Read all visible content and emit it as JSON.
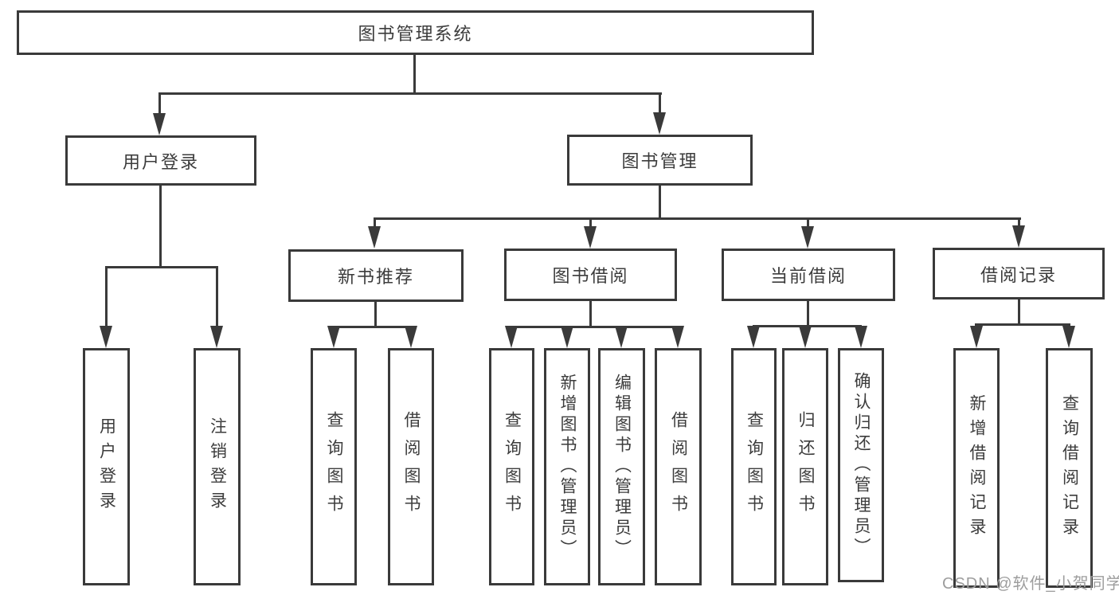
{
  "diagram": {
    "title": "图书管理系统",
    "watermark": "CSDN @软件_小贺同学",
    "colors": {
      "line": "#3a3a3a",
      "text": "#3c3c3c",
      "background": "#ffffff",
      "watermark": "#9d9d9d"
    },
    "tree": {
      "root": {
        "label": "图书管理系统"
      },
      "user_login": {
        "label": "用户登录",
        "children": {
          "login": {
            "label": "用户登录"
          },
          "logout": {
            "label": "注销登录"
          }
        }
      },
      "book_mgmt": {
        "label": "图书管理",
        "children": {
          "new_rec": {
            "label": "新书推荐",
            "children": {
              "query": {
                "label": "查询图书"
              },
              "borrow": {
                "label": "借阅图书"
              }
            }
          },
          "book_borrow": {
            "label": "图书借阅",
            "children": {
              "query": {
                "label": "查询图书"
              },
              "add": {
                "label": "新增图书（管理员）"
              },
              "edit": {
                "label": "编辑图书（管理员）"
              },
              "borrow": {
                "label": "借阅图书"
              }
            }
          },
          "current": {
            "label": "当前借阅",
            "children": {
              "query": {
                "label": "查询图书"
              },
              "return": {
                "label": "归还图书"
              },
              "confirm": {
                "label": "确认归还（管理员）"
              }
            }
          },
          "records": {
            "label": "借阅记录",
            "children": {
              "add": {
                "label": "新增借阅记录"
              },
              "query": {
                "label": "查询借阅记录"
              }
            }
          }
        }
      }
    }
  }
}
